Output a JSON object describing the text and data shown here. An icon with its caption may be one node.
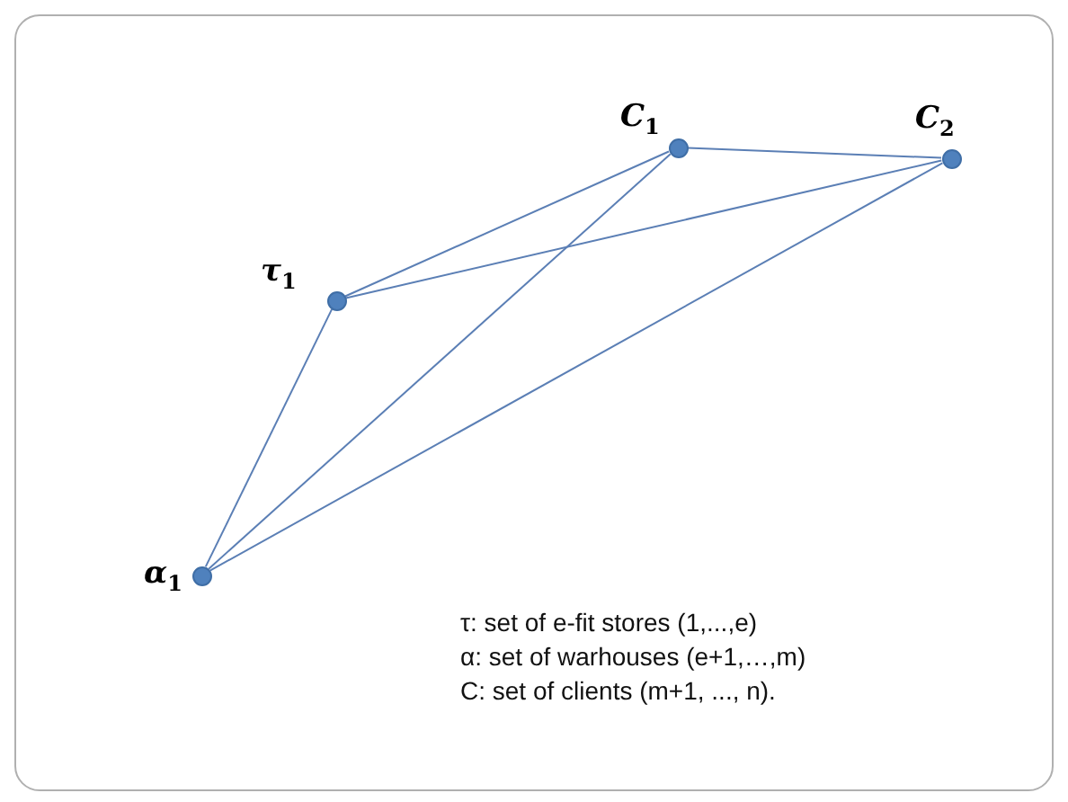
{
  "diagram": {
    "nodes": [
      {
        "text": [],
        "shape": "circle",
        "beside": [
          "C$_{1}$"
        ]
      },
      {
        "text": [],
        "shape": "circle",
        "beside": [
          "C$_{2}$"
        ]
      },
      {
        "text": [],
        "shape": "circle",
        "beside": [
          "τ$_{1}$"
        ]
      },
      {
        "text": [],
        "shape": "circle",
        "beside": [
          "α$_{1}$"
        ]
      }
    ],
    "edges": [
      {
        "from": 0,
        "to": 1,
        "arrow": "none"
      },
      {
        "from": 2,
        "to": 0,
        "arrow": "none"
      },
      {
        "from": 2,
        "to": 1,
        "arrow": "none"
      },
      {
        "from": 0,
        "to": 3,
        "arrow": "none"
      },
      {
        "from": 1,
        "to": 3,
        "arrow": "none"
      },
      {
        "from": 2,
        "to": 3,
        "arrow": "none"
      }
    ],
    "labels": [
      "τ: set of e-fit stores (1,...,e)",
      "α: set of warhouses (e+1,…,m)",
      "C: set of clients (m+1, ..., n)."
    ]
  }
}
